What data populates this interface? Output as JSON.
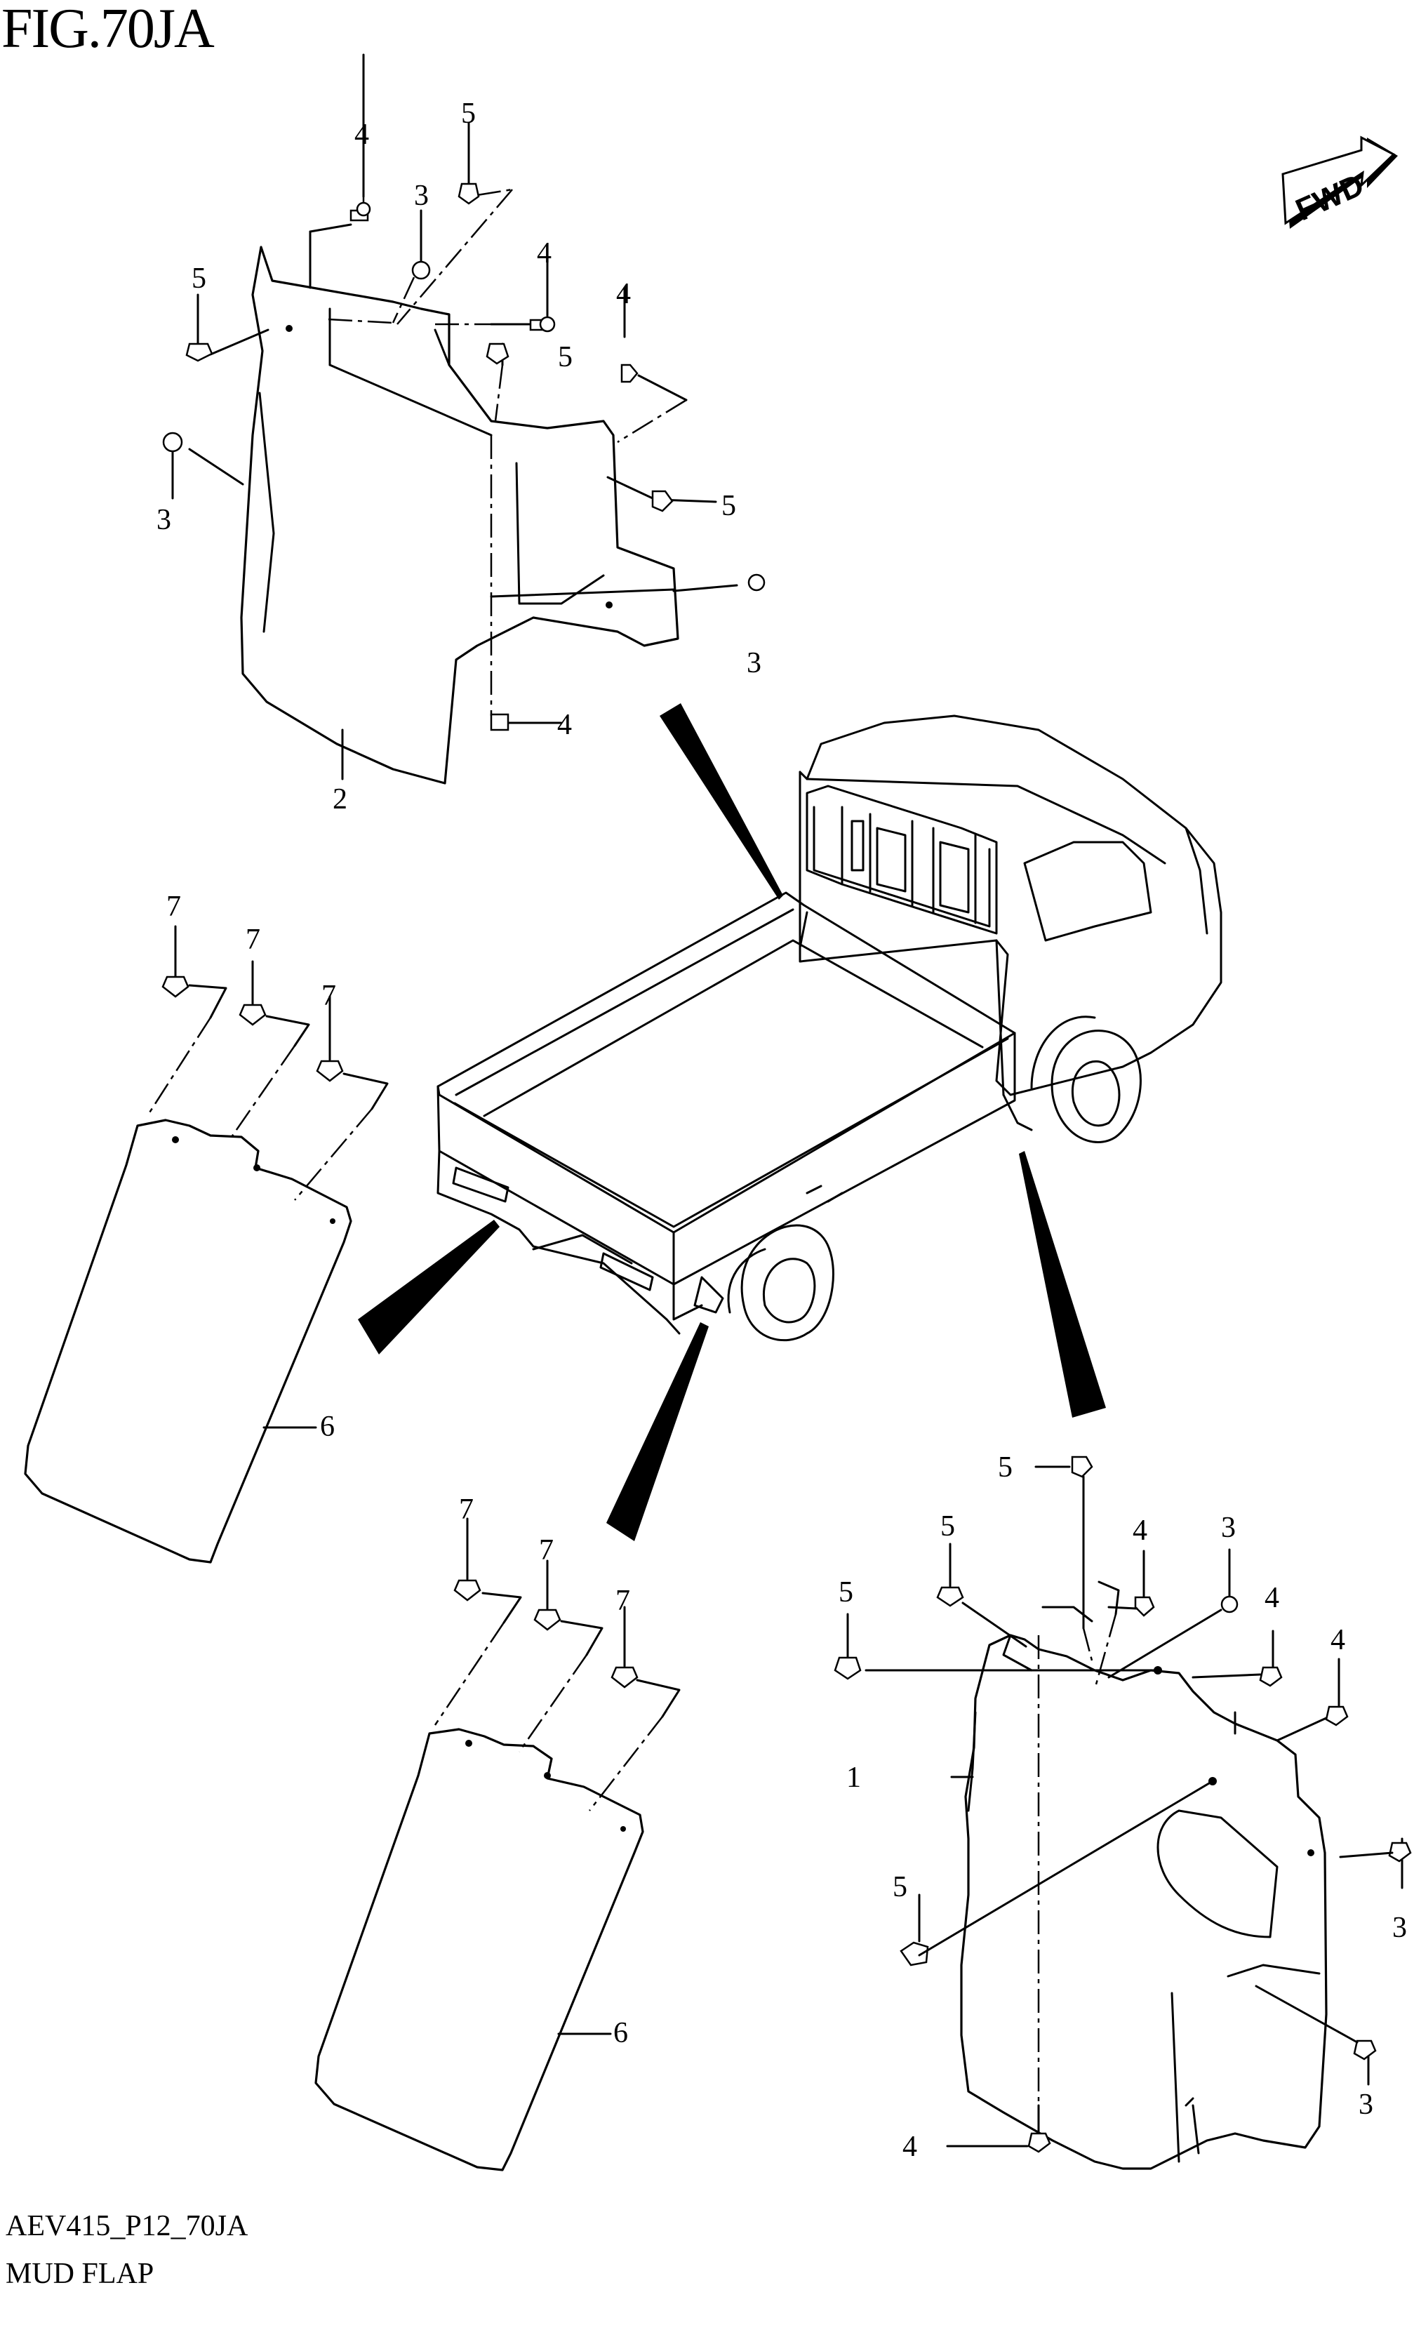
{
  "figure": {
    "title": "FIG.70JA",
    "code": "AEV415_P12_70JA",
    "caption": "MUD FLAP",
    "fwd_badge": "FWD",
    "fwd_arrow_icon": "forward-arrow-icon"
  },
  "callouts": {
    "n1": "1",
    "n2": "2",
    "n3": "3",
    "n4": "4",
    "n5": "5",
    "n6": "6",
    "n7": "7"
  }
}
